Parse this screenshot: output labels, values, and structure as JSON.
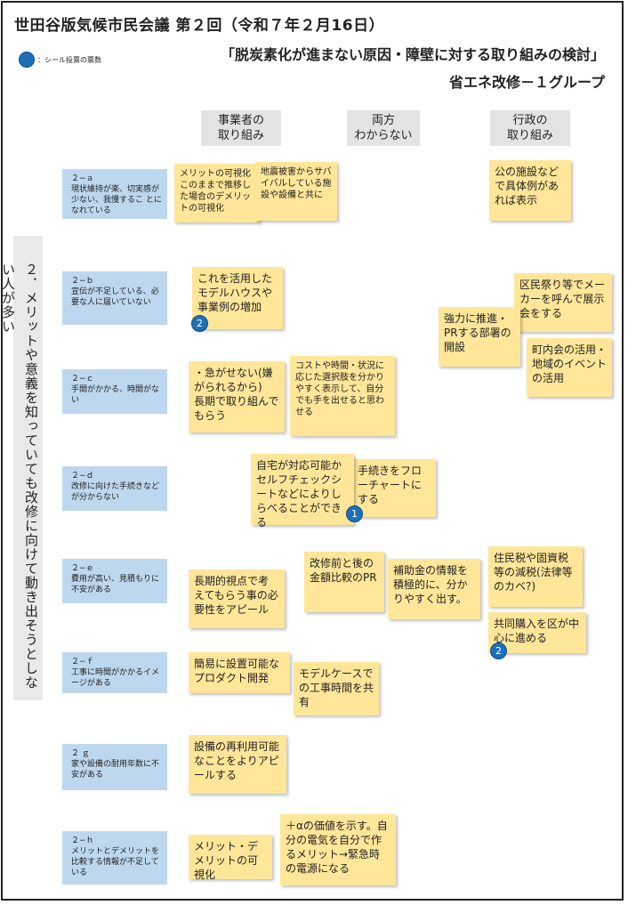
{
  "header": {
    "title": "世田谷版気候市民会議 第２回（令和７年２月16日）",
    "subtitle": "「脱炭素化が進まない原因・障壁に対する取り組みの検討」",
    "group": "省エネ改修－１グループ"
  },
  "legend": {
    "label": "：シール投票の票数"
  },
  "columns": [
    {
      "label": "事業者の\n取り組み"
    },
    {
      "label": "両方\nわからない"
    },
    {
      "label": "行政の\n取り組み"
    }
  ],
  "theme": "２．メリットや意義を知っていても改修に向けて動き出そうとしない人が多い",
  "categories": [
    {
      "text": "２−ａ\n現状維持が楽、切実感が少ない、我慢するこ とになれている"
    },
    {
      "text": "２−ｂ\n宣伝が不足している、必要な人に届いていない"
    },
    {
      "text": "２−ｃ\n手間がかかる、時間がない"
    },
    {
      "text": "２−ｄ\n改修に向けた手続きなどが分からない"
    },
    {
      "text": "２−ｅ\n費用が高い、見積もりに不安がある"
    },
    {
      "text": "２−ｆ\n工事に時間がかかるイメージがある"
    },
    {
      "text": "２ ｇ\n家や設備の耐用年数に不安がある"
    },
    {
      "text": "２−ｈ\nメリットとデメリットを比較する情報が不足している"
    }
  ],
  "notes": [
    {
      "text": "メリットの可視化\nこのままで推移した場合のデメリットの可視化"
    },
    {
      "text": "地震被害からサバイバルしている施設や設備と共に"
    },
    {
      "text": "公の施設などで具体例があれば表示"
    },
    {
      "text": "これを活用したモデルハウスや事業例の増加",
      "votes": "2"
    },
    {
      "text": "区民祭り等でメーカーを呼んで展示会をする"
    },
    {
      "text": "強力に推進・PRする部署の開設"
    },
    {
      "text": "町内会の活用・地域のイベントの活用"
    },
    {
      "text": "・急がせない(嫌がられるから)\n長期で取り組んでもらう"
    },
    {
      "text": "コストや時間・状況に応じた選択肢を分かりやすく表示して、自分でも手を出せると思わせる"
    },
    {
      "text": "自宅が対応可能かセルフチェックシートなどによりしらべることができる",
      "votes": "1"
    },
    {
      "text": "手続きをフローチャートにする"
    },
    {
      "text": "長期的視点で考えてもらう事の必要性をアピール"
    },
    {
      "text": "改修前と後の金額比較のPR"
    },
    {
      "text": "補助金の情報を積極的に、分かりやすく出す。"
    },
    {
      "text": "住民税や固資税等の減税(法律等のカベ?)"
    },
    {
      "text": "共同購入を区が中心に進める",
      "votes": "2"
    },
    {
      "text": "簡易に設置可能なプロダクト開発"
    },
    {
      "text": "モデルケースでの工事時間を共有"
    },
    {
      "text": "設備の再利用可能なことをよりアピールする"
    },
    {
      "text": "メリット・デメリットの可視化"
    },
    {
      "text": "＋αの価値を示す。自分の電気を自分で作るメリット→緊急時の電源になる"
    }
  ],
  "colors": {
    "category": "#bdd7ee",
    "note": "#ffe699",
    "header": "#e3e3e3",
    "vote": "#1e6fb8"
  }
}
